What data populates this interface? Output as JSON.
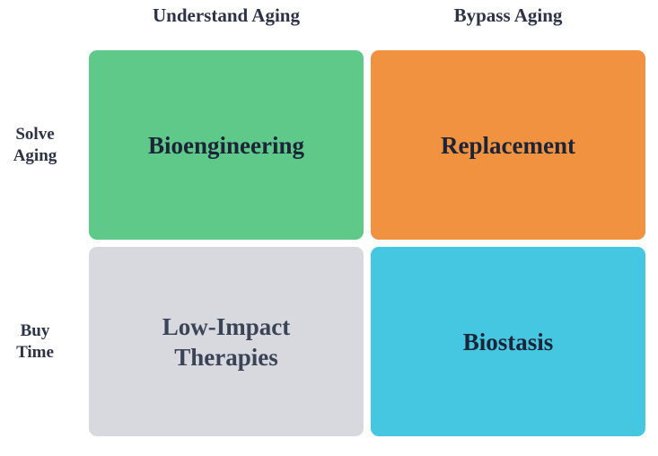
{
  "columns": {
    "left": "Understand Aging",
    "right": "Bypass Aging"
  },
  "rows": {
    "top": [
      "Solve",
      "Aging"
    ],
    "bottom": [
      "Buy",
      "Time"
    ]
  },
  "quadrants": {
    "top_left": {
      "lines": [
        "Bioengineering"
      ],
      "color": "#5fc98a",
      "text_color": "#1c2437"
    },
    "top_right": {
      "lines": [
        "Replacement"
      ],
      "color": "#f0923f",
      "text_color": "#1c2437"
    },
    "bottom_left": {
      "lines": [
        "Low-Impact",
        "Therapies"
      ],
      "color": "#d8d9de",
      "text_color": "#3b4357"
    },
    "bottom_right": {
      "lines": [
        "Biostasis"
      ],
      "color": "#45c7e2",
      "text_color": "#1c2437"
    }
  }
}
